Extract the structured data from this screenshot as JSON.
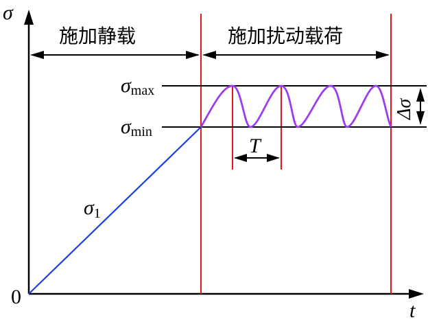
{
  "diagram": {
    "axes": {
      "y_label": "σ",
      "x_label": "t",
      "origin_label": "0"
    },
    "phases": [
      {
        "label": "施加静载"
      },
      {
        "label": "施加扰动载荷"
      }
    ],
    "levels": {
      "max_symbol": "σ",
      "max_sub": "max",
      "min_symbol": "σ",
      "min_sub": "min"
    },
    "ramp_label": {
      "symbol": "σ",
      "sub": "1"
    },
    "period_label": "T",
    "amplitude_label": "Δσ",
    "colors": {
      "axis": "#000000",
      "boundary": "#e8141e",
      "ramp": "#1a3fe0",
      "wave": "#9b3cf0"
    }
  }
}
